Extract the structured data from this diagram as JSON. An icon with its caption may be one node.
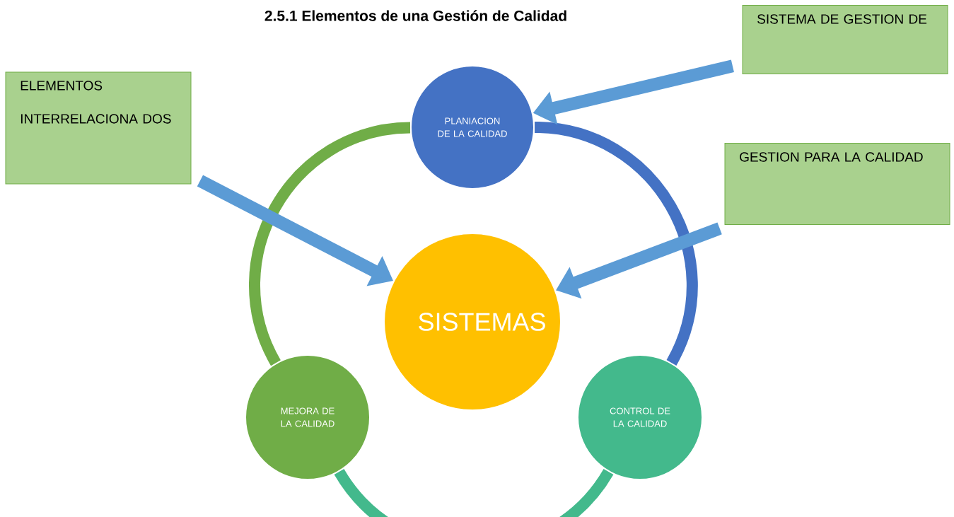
{
  "diagram": {
    "title": "2.5.1 Elementos de una Gestión de Calidad",
    "nodes": [
      {
        "text": [
          "PLANIACION DE LA CALIDAD"
        ]
      },
      {
        "text": [
          "SISTEMAS"
        ]
      },
      {
        "text": [
          "MEJORA DE LA CALIDAD"
        ]
      },
      {
        "text": [
          "CONTROL DE LA CALIDAD"
        ]
      },
      {
        "text": [
          "ELEMENTOS INTERRELACIONA DOS"
        ]
      },
      {
        "text": [
          "SISTEMA DE GESTION DE"
        ]
      },
      {
        "text": [
          "GESTION PARA LA CALIDAD"
        ]
      }
    ],
    "edges": [
      {
        "from": 0,
        "to": 3,
        "arrow": "none",
        "color": "#4472c4"
      },
      {
        "from": 3,
        "to": 2,
        "arrow": "none",
        "color": "#43b98c"
      },
      {
        "from": 2,
        "to": 0,
        "arrow": "none",
        "color": "#70ad47"
      },
      {
        "from": 4,
        "to": 1,
        "arrow": "to"
      },
      {
        "from": 5,
        "to": 0,
        "arrow": "to"
      },
      {
        "from": 6,
        "to": 1,
        "arrow": "to"
      }
    ]
  }
}
